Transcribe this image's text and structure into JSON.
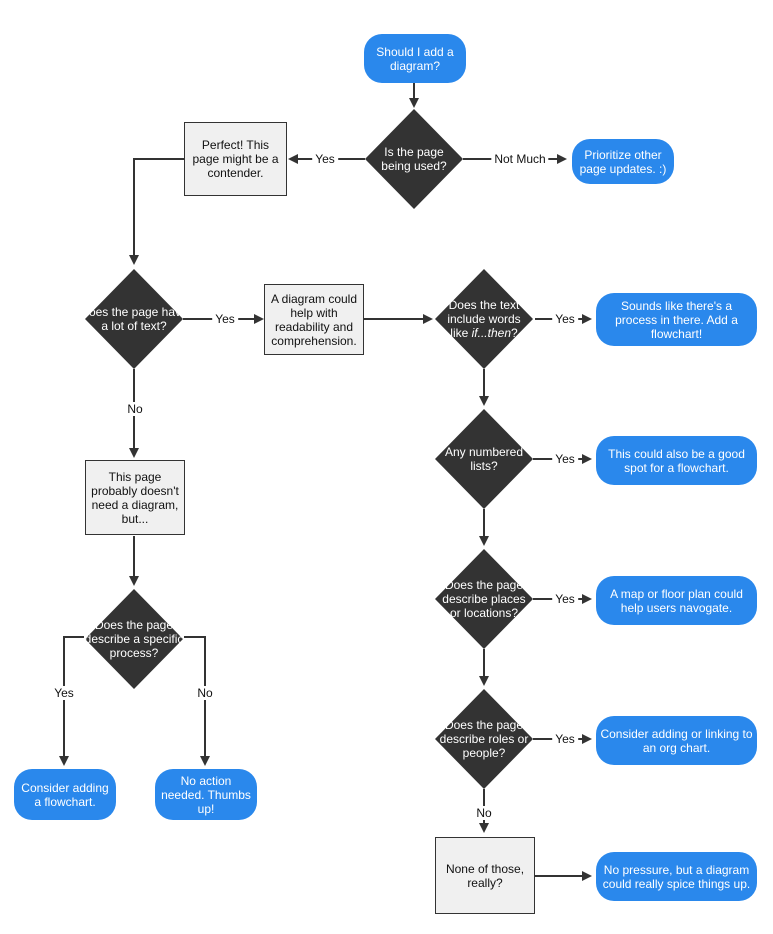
{
  "nodes": {
    "start": "Should I add a diagram?",
    "q_used": "Is the page being used?",
    "perfect": "Perfect! This page might be a contender.",
    "prioritize": "Prioritize other page updates. :)",
    "q_text": "Does the page have a lot of text?",
    "helps": "A diagram could help with readability and comprehension.",
    "q_ifthen_pre": "Does the text include words like ",
    "q_ifthen_em": "if...then",
    "q_ifthen_post": "?",
    "process": "Sounds like there's a process in there. Add a flowchart!",
    "not_need": "This page probably doesn't need a diagram, but...",
    "q_numbered": "Any numbered lists?",
    "spot": "This could also be a good spot for a flowchart.",
    "q_specific": "Does the page describe a specific process?",
    "q_places": "Does the page describe places or locations?",
    "map": "A map or floor plan could help users navogate.",
    "q_roles": "Does the page describe roles or people?",
    "org": "Consider adding or linking to an org chart.",
    "consider": "Consider adding a flowchart.",
    "no_action": "No action needed. Thumbs up!",
    "none": "None of those, really?",
    "pressure": "No pressure, but a diagram could really spice things up."
  },
  "edge_labels": {
    "yes": "Yes",
    "no": "No",
    "not_much": "Not Much"
  },
  "colors": {
    "terminal": "#2a88ec",
    "decision": "#333333",
    "process_fill": "#f0f0f0",
    "line": "#333333"
  }
}
